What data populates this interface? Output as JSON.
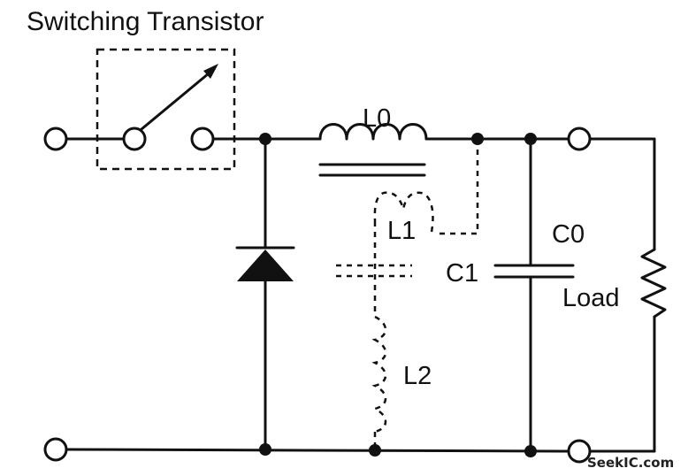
{
  "diagram": {
    "title": "Switching Transistor",
    "labels": {
      "l0": "L0",
      "l1": "L1",
      "l2": "L2",
      "c0": "C0",
      "c1": "C1",
      "load": "Load"
    },
    "watermark": "SeekIC.com"
  }
}
